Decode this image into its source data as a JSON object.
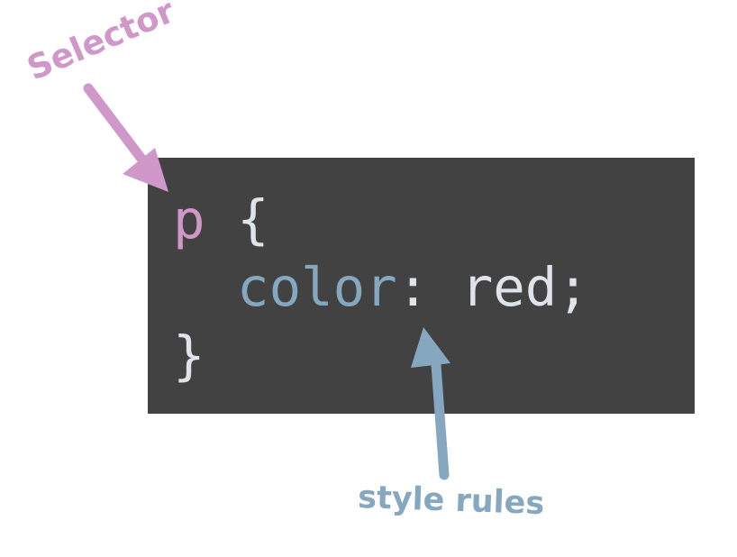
{
  "annotations": {
    "selector_label": "Selector",
    "rules_label": "style rules"
  },
  "code": {
    "line1": {
      "selector": "p",
      "brace_open": "{"
    },
    "line2": {
      "indent": "  ",
      "property": "color",
      "colon": ":",
      "value": "red",
      "semicolon": ";"
    },
    "line3": {
      "brace_close": "}"
    }
  },
  "colors": {
    "background": "#ffffff",
    "code_bg": "#424242",
    "selector": "#cf98c9",
    "property": "#85a7c0",
    "text": "#dfe3ea"
  }
}
